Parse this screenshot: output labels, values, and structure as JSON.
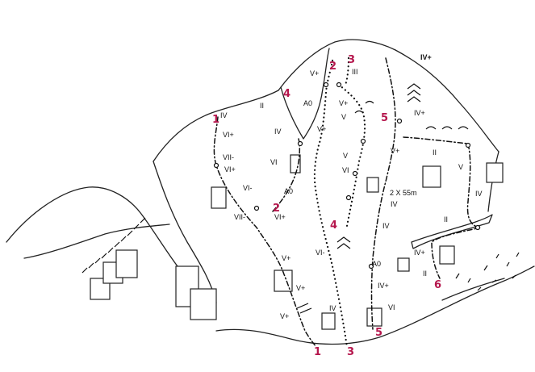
{
  "route_numbers": [
    "1",
    "2",
    "3",
    "4",
    "5",
    "6"
  ],
  "grades": {
    "g1": "IV+",
    "g2": "III",
    "g3": "V+",
    "g4": "A0",
    "g5": "IV+",
    "g6": "II",
    "g7": "IV",
    "g8": "VI+",
    "g9": "IV",
    "g10": "VII-",
    "g11": "VI+",
    "g12": "VI",
    "g13": "V+",
    "g14": "V",
    "g15": "V+",
    "g16": "V",
    "g17": "VI-",
    "g18": "A0",
    "g19": "VI",
    "g20": "V+",
    "g21": "VII-",
    "g22": "VI+",
    "g23": "II",
    "g24": "V",
    "g25": "IV",
    "g26": "II",
    "g27": "IV",
    "g28": "V+",
    "g29": "VI-",
    "g30": "A0",
    "g31": "IV+",
    "g32": "V+",
    "g33": "IV+",
    "g34": "II",
    "g35": "V+",
    "g36": "IV",
    "g37": "VI",
    "g38": "IV"
  },
  "rappel_note": "2 X 55m"
}
